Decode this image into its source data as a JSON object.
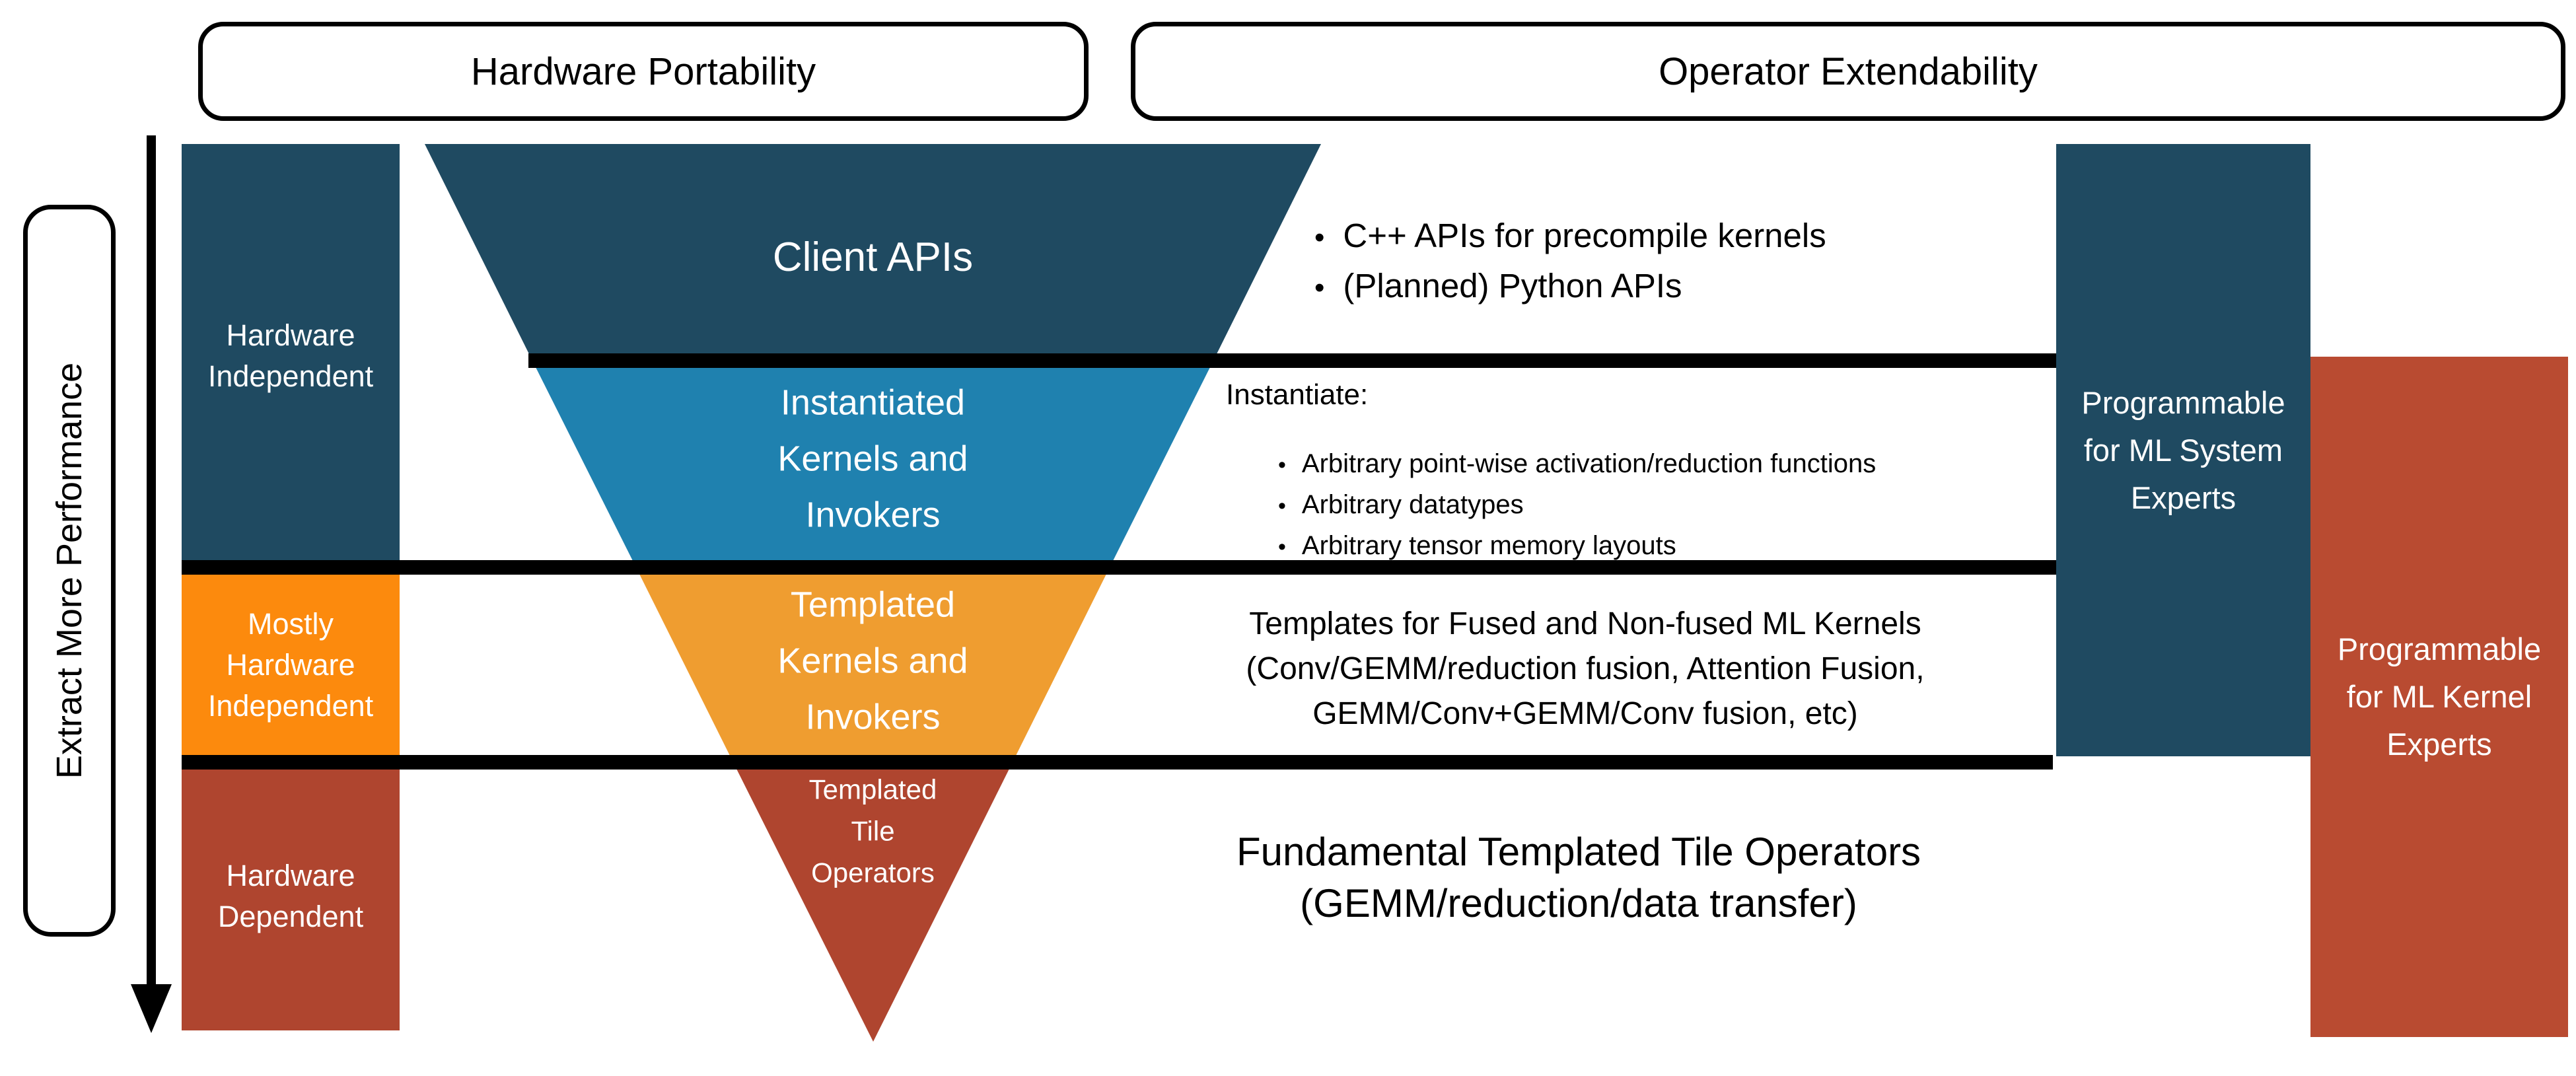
{
  "top_labels": {
    "left": "Hardware Portability",
    "right": "Operator Extendability"
  },
  "performance_axis": {
    "label": "Extract More Performance"
  },
  "left_column": {
    "segments": [
      {
        "id": "hardware-independent",
        "label": "Hardware\nIndependent",
        "color": "#1F4A61"
      },
      {
        "id": "mostly-hardware-independent",
        "label": "Mostly\nHardware\nIndependent",
        "color": "#FC8A0D"
      },
      {
        "id": "hardware-dependent",
        "label": "Hardware\nDependent",
        "color": "#AF452F"
      }
    ]
  },
  "funnel": {
    "layers": [
      {
        "title": "Client APIs",
        "color": "#1F4A61"
      },
      {
        "title": "Instantiated\nKernels and\nInvokers",
        "color": "#1F81AF"
      },
      {
        "title": "Templated\nKernels and\nInvokers",
        "color": "#EF9D30"
      },
      {
        "title": "Templated\nTile\nOperators",
        "color": "#AF452F"
      }
    ]
  },
  "annotations": {
    "client_apis_bullets": [
      "C++ APIs for precompile kernels",
      "(Planned) Python APIs"
    ],
    "instantiate": {
      "heading": "Instantiate:",
      "bullets": [
        "Arbitrary point-wise activation/reduction functions",
        "Arbitrary datatypes",
        "Arbitrary tensor memory layouts"
      ]
    },
    "templates_note": "Templates for Fused and Non-fused ML Kernels\n(Conv/GEMM/reduction fusion, Attention Fusion,\nGEMM/Conv+GEMM/Conv fusion, etc)",
    "fundamental_note": "Fundamental Templated Tile Operators\n(GEMM/reduction/data transfer)"
  },
  "right_column": {
    "boxes": [
      {
        "label": "Programmable\nfor ML System\nExperts",
        "color": "#1F4A61"
      },
      {
        "label": "Programmable\nfor ML Kernel\nExperts",
        "color": "#B94B31"
      }
    ]
  },
  "glyphs": {
    "bullet": "•"
  }
}
